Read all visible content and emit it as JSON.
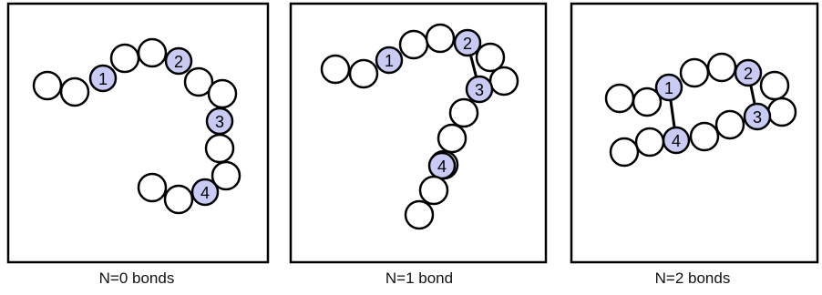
{
  "highlight_color": "#c9cbf4",
  "panels": [
    {
      "caption": "N=0 bonds",
      "labels": [
        "1",
        "2",
        "3",
        "4"
      ]
    },
    {
      "caption": "N=1 bond",
      "labels": [
        "2",
        "3",
        "1",
        "4"
      ]
    },
    {
      "caption": "N=2 bonds",
      "labels": [
        "1",
        "2",
        "3",
        "4"
      ]
    }
  ]
}
